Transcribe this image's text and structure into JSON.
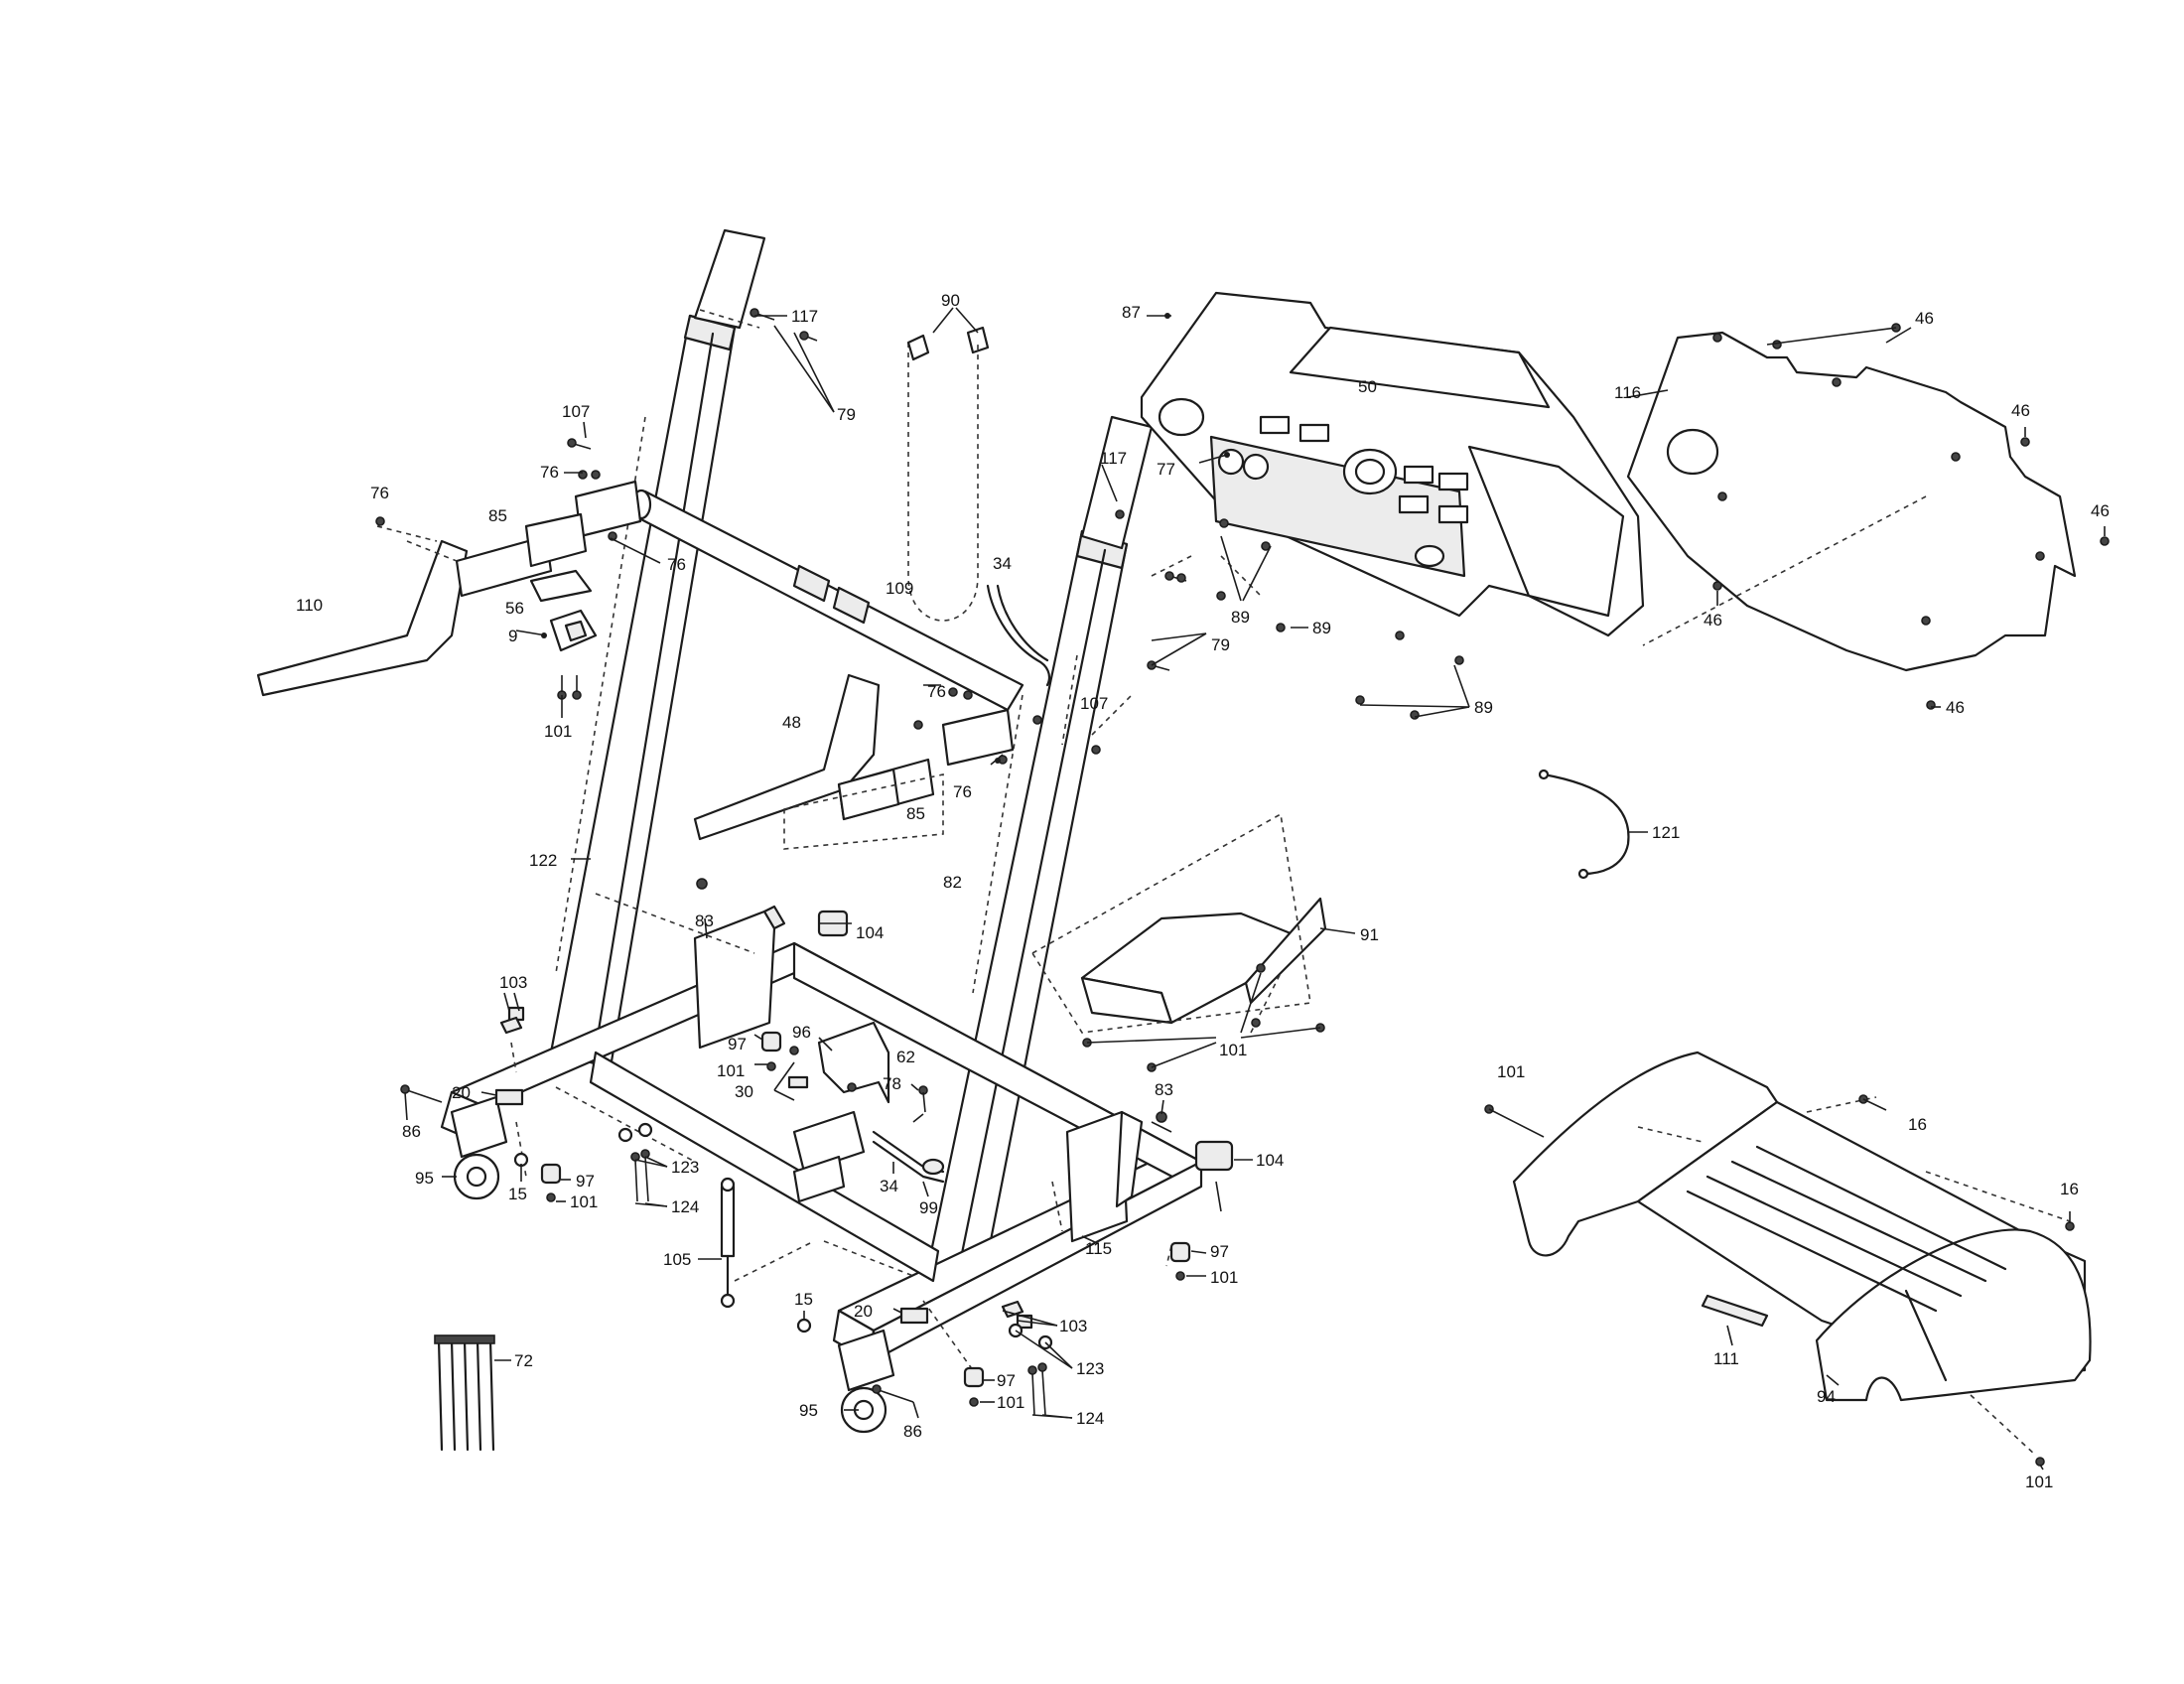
{
  "diagram": {
    "callouts": [
      {
        "id": "117a",
        "text": "117"
      },
      {
        "id": "79a",
        "text": "79"
      },
      {
        "id": "107a",
        "text": "107"
      },
      {
        "id": "76a",
        "text": "76"
      },
      {
        "id": "76b",
        "text": "76"
      },
      {
        "id": "85a",
        "text": "85"
      },
      {
        "id": "76c",
        "text": "76"
      },
      {
        "id": "110",
        "text": "110"
      },
      {
        "id": "56",
        "text": "56"
      },
      {
        "id": "9",
        "text": "9"
      },
      {
        "id": "101a",
        "text": "101"
      },
      {
        "id": "90",
        "text": "90"
      },
      {
        "id": "109",
        "text": "109"
      },
      {
        "id": "34a",
        "text": "34"
      },
      {
        "id": "117b",
        "text": "117"
      },
      {
        "id": "79b",
        "text": "79"
      },
      {
        "id": "48",
        "text": "48"
      },
      {
        "id": "76d",
        "text": "76"
      },
      {
        "id": "85b",
        "text": "85"
      },
      {
        "id": "76e",
        "text": "76"
      },
      {
        "id": "107b",
        "text": "107"
      },
      {
        "id": "87",
        "text": "87"
      },
      {
        "id": "50",
        "text": "50"
      },
      {
        "id": "77",
        "text": "77"
      },
      {
        "id": "89a",
        "text": "89"
      },
      {
        "id": "89b",
        "text": "89"
      },
      {
        "id": "89c",
        "text": "89"
      },
      {
        "id": "116",
        "text": "116"
      },
      {
        "id": "46a",
        "text": "46"
      },
      {
        "id": "46b",
        "text": "46"
      },
      {
        "id": "46c",
        "text": "46"
      },
      {
        "id": "46d",
        "text": "46"
      },
      {
        "id": "46e",
        "text": "46"
      },
      {
        "id": "121",
        "text": "121"
      },
      {
        "id": "122",
        "text": "122"
      },
      {
        "id": "82",
        "text": "82"
      },
      {
        "id": "83a",
        "text": "83"
      },
      {
        "id": "104a",
        "text": "104"
      },
      {
        "id": "91",
        "text": "91"
      },
      {
        "id": "101b",
        "text": "101"
      },
      {
        "id": "103a",
        "text": "103"
      },
      {
        "id": "96",
        "text": "96"
      },
      {
        "id": "97a",
        "text": "97"
      },
      {
        "id": "101c",
        "text": "101"
      },
      {
        "id": "62",
        "text": "62"
      },
      {
        "id": "30",
        "text": "30"
      },
      {
        "id": "78",
        "text": "78"
      },
      {
        "id": "20a",
        "text": "20"
      },
      {
        "id": "86a",
        "text": "86"
      },
      {
        "id": "97b",
        "text": "97"
      },
      {
        "id": "123a",
        "text": "123"
      },
      {
        "id": "95a",
        "text": "95"
      },
      {
        "id": "15a",
        "text": "15"
      },
      {
        "id": "101d",
        "text": "101"
      },
      {
        "id": "124a",
        "text": "124"
      },
      {
        "id": "34b",
        "text": "34"
      },
      {
        "id": "99",
        "text": "99"
      },
      {
        "id": "83b",
        "text": "83"
      },
      {
        "id": "104b",
        "text": "104"
      },
      {
        "id": "105",
        "text": "105"
      },
      {
        "id": "115",
        "text": "115"
      },
      {
        "id": "97c",
        "text": "97"
      },
      {
        "id": "101e",
        "text": "101"
      },
      {
        "id": "15b",
        "text": "15"
      },
      {
        "id": "20b",
        "text": "20"
      },
      {
        "id": "103b",
        "text": "103"
      },
      {
        "id": "123b",
        "text": "123"
      },
      {
        "id": "72",
        "text": "72"
      },
      {
        "id": "97d",
        "text": "97"
      },
      {
        "id": "101f",
        "text": "101"
      },
      {
        "id": "124b",
        "text": "124"
      },
      {
        "id": "95b",
        "text": "95"
      },
      {
        "id": "86b",
        "text": "86"
      },
      {
        "id": "101g",
        "text": "101"
      },
      {
        "id": "16a",
        "text": "16"
      },
      {
        "id": "16b",
        "text": "16"
      },
      {
        "id": "111",
        "text": "111"
      },
      {
        "id": "94",
        "text": "94"
      },
      {
        "id": "101h",
        "text": "101"
      }
    ]
  }
}
